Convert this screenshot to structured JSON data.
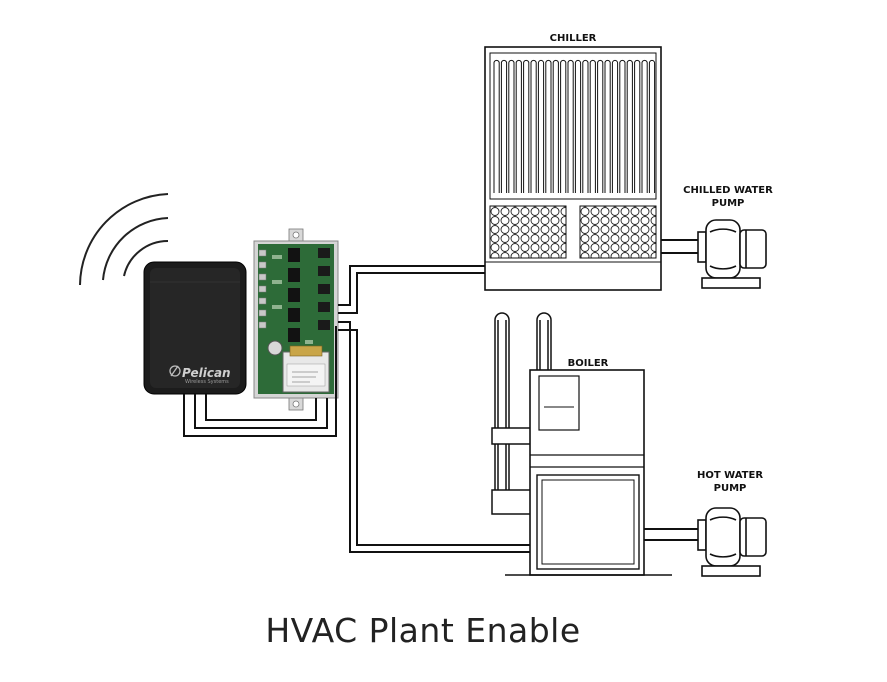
{
  "labels": {
    "chiller": "CHILLER",
    "chilled_water_pump_line1": "CHILLED WATER",
    "chilled_water_pump_line2": "PUMP",
    "boiler": "BOILER",
    "hot_water_pump_line1": "HOT WATER",
    "hot_water_pump_line2": "PUMP"
  },
  "device": {
    "brand": "Pelican",
    "brand_sub": "Wireless Systems"
  },
  "title": "HVAC Plant Enable",
  "colors": {
    "line": "#111111",
    "thermostat_body": "#1f1f1f",
    "board": "#2f6f3a",
    "relay": "#111111"
  }
}
